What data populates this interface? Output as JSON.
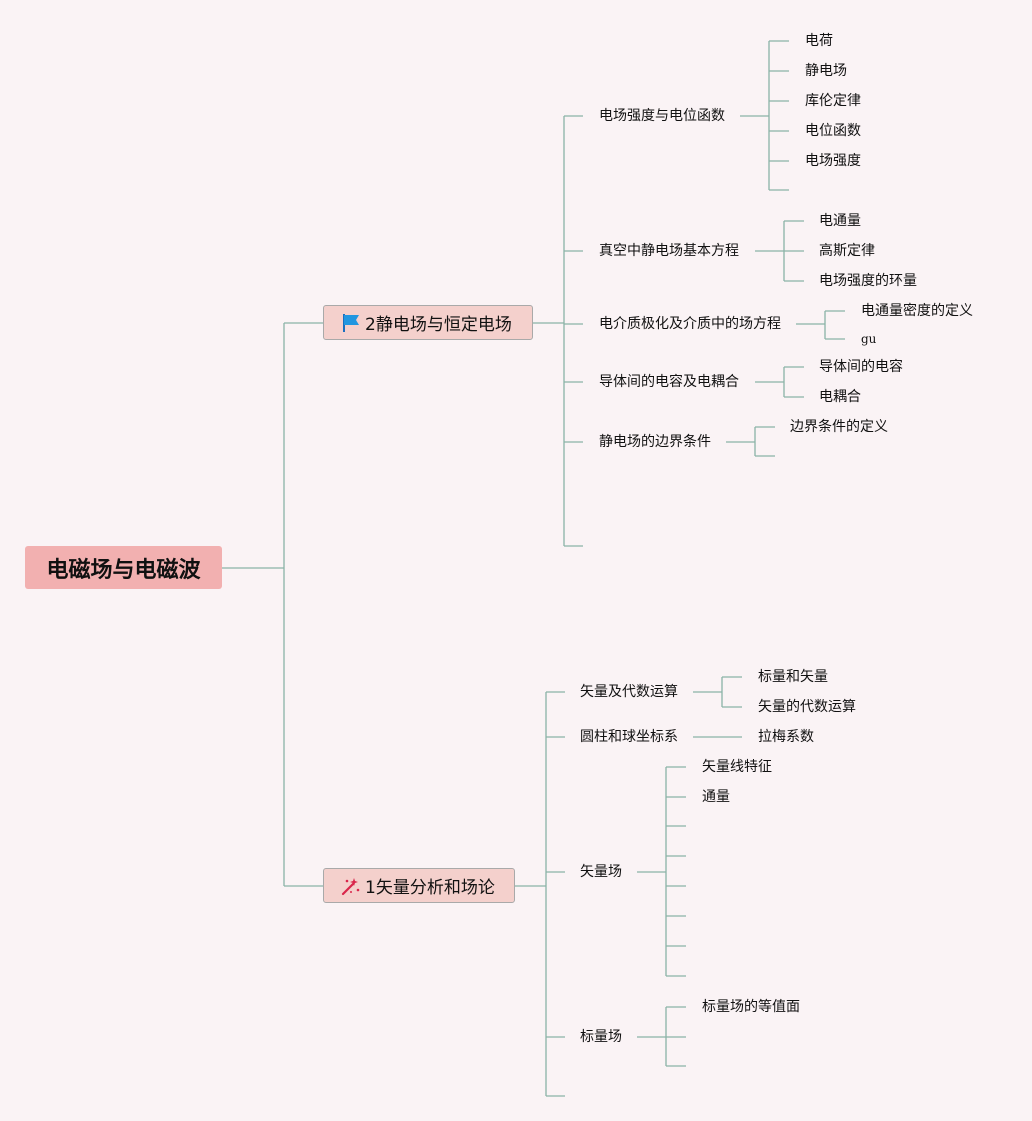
{
  "root": {
    "label": "电磁场与电磁波"
  },
  "branch2": {
    "label": "2静电场与恒定电场",
    "icon": "blue-flag-icon",
    "children": [
      {
        "label": "电场强度与电位函数",
        "children": [
          "电荷",
          "静电场",
          "库伦定律",
          "电位函数",
          "电场强度",
          ""
        ]
      },
      {
        "label": "真空中静电场基本方程",
        "children": [
          "电通量",
          "高斯定律",
          "电场强度的环量"
        ]
      },
      {
        "label": "电介质极化及介质中的场方程",
        "children": [
          "电通量密度的定义",
          "gu"
        ]
      },
      {
        "label": "导体间的电容及电耦合",
        "children": [
          "导体间的电容",
          "电耦合"
        ]
      },
      {
        "label": "静电场的边界条件",
        "children": [
          "边界条件的定义",
          ""
        ]
      },
      {
        "label": "",
        "children": []
      }
    ]
  },
  "branch1": {
    "label": "1矢量分析和场论",
    "icon": "magic-wand-icon",
    "children": [
      {
        "label": "矢量及代数运算",
        "children": [
          "标量和矢量",
          "矢量的代数运算"
        ]
      },
      {
        "label": "圆柱和球坐标系",
        "children": [
          "拉梅系数"
        ]
      },
      {
        "label": "矢量场",
        "children": [
          "矢量线特征",
          "通量",
          "",
          "",
          "",
          "",
          "",
          ""
        ]
      },
      {
        "label": "标量场",
        "children": [
          "标量场的等值面",
          "",
          ""
        ]
      },
      {
        "label": "",
        "children": []
      }
    ]
  },
  "colors": {
    "line": "#8ab3a7",
    "root_bg": "#f2b0b0",
    "branch_bg": "#f4d0cc",
    "background": "#faf3f5"
  }
}
